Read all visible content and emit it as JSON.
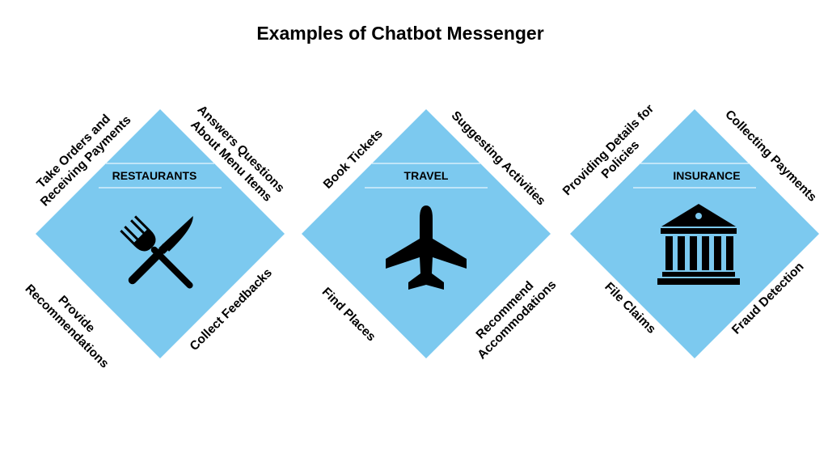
{
  "title": "Examples of Chatbot Messenger",
  "panels": [
    {
      "label": "RESTAURANTS",
      "icon": "fork-knife-icon",
      "top_left": [
        "Take Orders and",
        "Receiving Payments"
      ],
      "top_right": [
        "Answers Questions",
        "About Menu Items"
      ],
      "bottom_left": [
        "Provide",
        "Recommendations"
      ],
      "bottom_right": [
        "Collect Feedbacks"
      ]
    },
    {
      "label": "TRAVEL",
      "icon": "airplane-icon",
      "top_left": [
        "Book Tickets"
      ],
      "top_right": [
        "Suggesting Activities"
      ],
      "bottom_left": [
        "Find Places"
      ],
      "bottom_right": [
        "Recommend",
        "Accommodations"
      ]
    },
    {
      "label": "INSURANCE",
      "icon": "bank-building-icon",
      "top_left": [
        "Providing Details for",
        "Policies"
      ],
      "top_right": [
        "Collecting Payments"
      ],
      "bottom_left": [
        "File Claims"
      ],
      "bottom_right": [
        "Fraud Detection"
      ]
    }
  ],
  "colors": {
    "diamond": "#7cc9ef",
    "text": "#000000"
  }
}
